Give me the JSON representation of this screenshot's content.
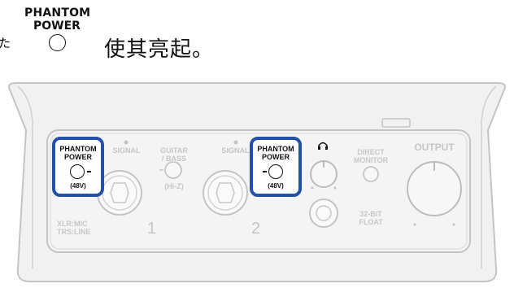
{
  "instruction": {
    "leading_mark": "た",
    "button_label_line1": "PHANTOM",
    "button_label_line2": "POWER",
    "text": "使其亮起。"
  },
  "panel": {
    "left_phantom": {
      "line1": "PHANTOM",
      "line2": "POWER",
      "voltage": "(48V)"
    },
    "right_phantom": {
      "line1": "PHANTOM",
      "line2": "POWER",
      "voltage": "(48V)"
    },
    "signal_left": "SIGNAL",
    "signal_right": "SIGNAL",
    "guitar_bass_line1": "GUITAR",
    "guitar_bass_line2": "/ BASS",
    "hi_z": "(Hi-Z)",
    "xlr_mic": "XLR:MIC",
    "trs_line": "TRS:LINE",
    "channel_1": "1",
    "channel_2": "2",
    "direct_monitor_line1": "DIRECT",
    "direct_monitor_line2": "MONITOR",
    "bit_float_line1": "32-BIT",
    "bit_float_line2": "FLOAT",
    "output": "OUTPUT",
    "headphone_icon": "headphone-icon"
  },
  "colors": {
    "highlight": "#2450a8",
    "device_body": "#efefef",
    "device_outline": "#c4c4c4"
  }
}
